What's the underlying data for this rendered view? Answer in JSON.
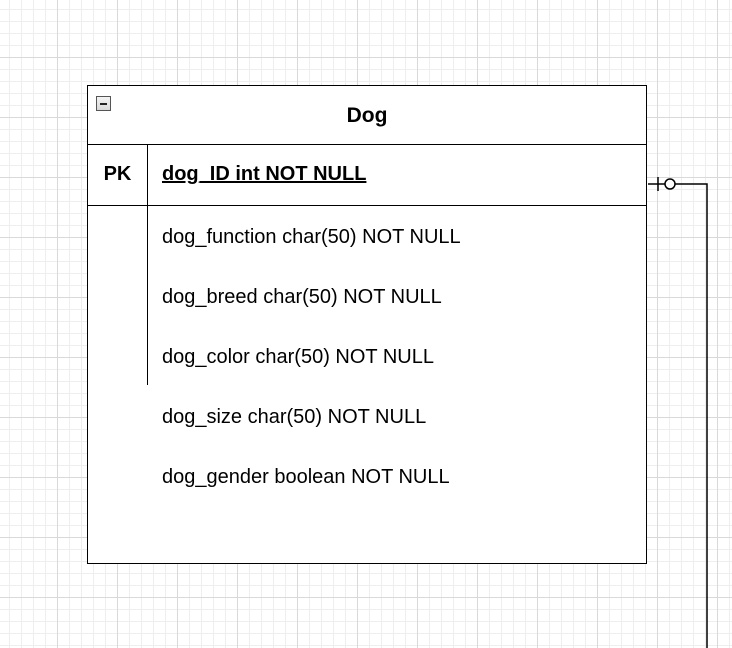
{
  "entity": {
    "name": "Dog",
    "key_label": "PK",
    "primary_key": "dog_ID int NOT NULL",
    "attributes": [
      "dog_function char(50) NOT NULL",
      "dog_breed char(50) NOT NULL",
      "dog_color char(50) NOT NULL",
      "dog_size char(50) NOT NULL",
      "dog_gender boolean NOT NULL"
    ]
  },
  "relationship": {
    "source_cardinality": "zero-or-one"
  },
  "colors": {
    "grid_major": "#d9d9d9",
    "grid_minor": "#eeeeee",
    "stroke": "#000000"
  }
}
